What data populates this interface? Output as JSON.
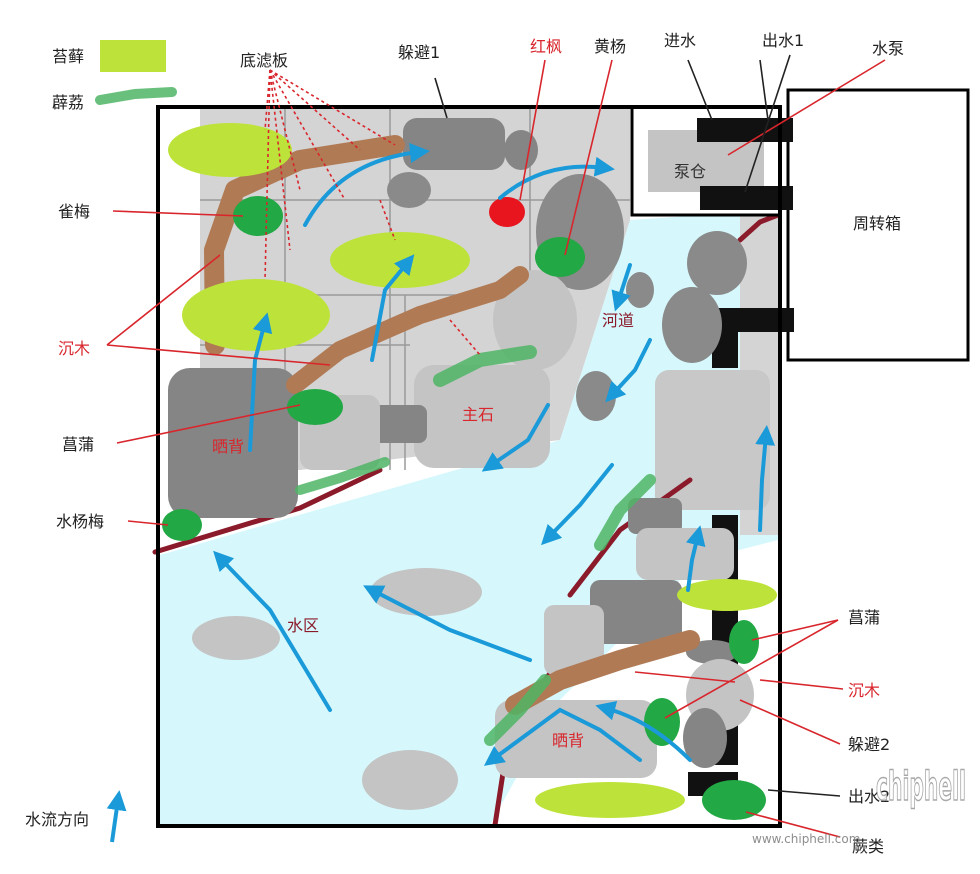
{
  "legend": {
    "moss": "苔藓",
    "fern": "薜荔",
    "flow": "水流方向"
  },
  "labels": {
    "filter_plate": "底滤板",
    "hide1": "躲避1",
    "red_maple": "红枫",
    "huangyang": "黄杨",
    "water_in": "进水",
    "water_out1": "出水1",
    "pump": "水泵",
    "pump_chamber": "泵仓",
    "turnover_box": "周转箱",
    "queque": "雀梅",
    "driftwood_left": "沉木",
    "changpu_left": "菖蒲",
    "shuiyangmei": "水杨梅",
    "river": "河道",
    "main_stone": "主石",
    "bask_left": "晒背",
    "water_area": "水区",
    "bask_bottom": "晒背",
    "changpu_right": "菖蒲",
    "driftwood_right": "沉木",
    "hide2": "躲避2",
    "water_out2": "出水2",
    "fern_bottom": "蕨类"
  },
  "watermark": {
    "logo": "chiphell",
    "url": "www.chiphell.com"
  },
  "colors": {
    "water": "#d6f8fc",
    "moss": "#bde33a",
    "plant": "#22a844",
    "wood": "#b07a55",
    "rock": "#8a8a8a",
    "light_rock": "#c4c4c4",
    "flow": "#1a9ad8",
    "leader_red": "#d8262c",
    "edge": "#8b1a2a"
  }
}
